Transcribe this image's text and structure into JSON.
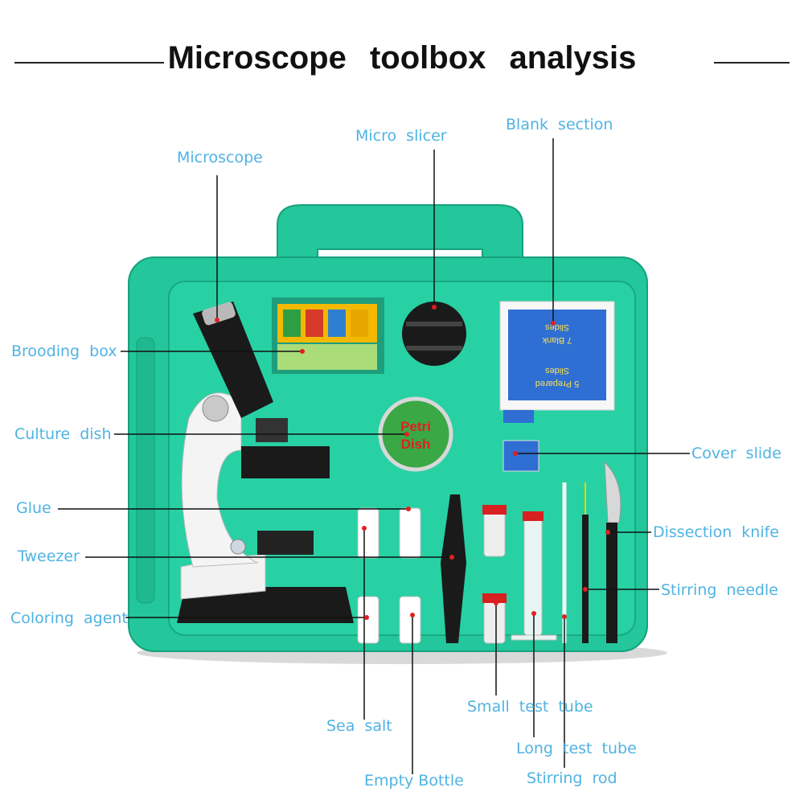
{
  "title": "Microscope toolbox analysis",
  "colors": {
    "case": "#23c79b",
    "case_dark": "#17a07c",
    "label": "#4fb3e3",
    "leader": "#111111",
    "dot": "#e02020"
  },
  "kit_print": {
    "petri_line1": "Petri",
    "petri_line2": "Dish",
    "box_line1": "5 Prepared",
    "box_line2": "Slides",
    "box_line3": "7 Blank",
    "box_line4": "Slides"
  },
  "labels": {
    "microscope": "Microscope",
    "micro_slicer": "Micro slicer",
    "blank_section": "Blank section",
    "brooding_box": "Brooding box",
    "culture_dish": "Culture dish",
    "glue": "Glue",
    "tweezer": "Tweezer",
    "coloring_agent": "Coloring agent",
    "cover_slide": "Cover slide",
    "dissection_knife": "Dissection knife",
    "stirring_needle": "Stirring needle",
    "sea_salt": "Sea salt",
    "empty_bottle": "Empty Bottle",
    "small_test_tube": "Small test tube",
    "long_test_tube": "Long test tube",
    "stirring_rod": "Stirring rod"
  }
}
